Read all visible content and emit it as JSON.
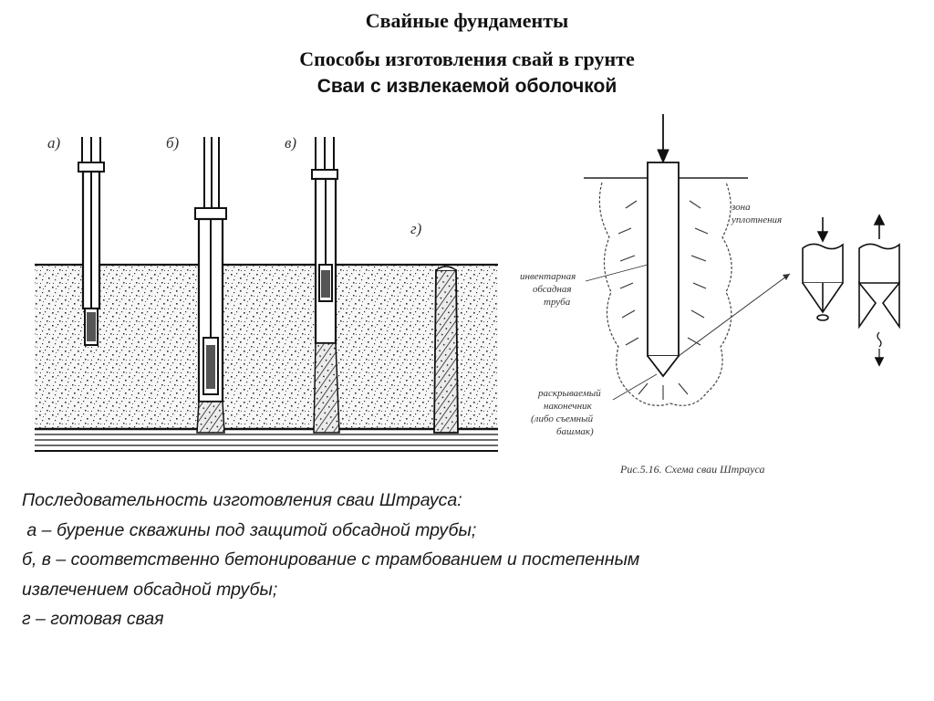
{
  "header": {
    "title": "Свайные фундаменты",
    "subtitle": "Способы изготовления свай в грунте",
    "section": "Сваи с извлекаемой оболочкой"
  },
  "left_figure": {
    "stage_labels": [
      "а)",
      "б)",
      "в)",
      "г)"
    ]
  },
  "right_figure": {
    "label_compaction_zone": [
      "зона",
      "уплотнения"
    ],
    "label_casing_pipe": [
      "инвентарная",
      "обсадная",
      "труба"
    ],
    "label_tip": [
      "раскрываемый",
      "наконечник",
      "(либо съемный",
      "башмак)"
    ],
    "figure_caption": "Рис.5.16. Схема сваи Штрауса"
  },
  "caption": {
    "lines": [
      "Последовательность изготовления сваи Штрауса:",
      " а – бурение скважины под защитой обсадной трубы;",
      "б, в – соответственно бетонирование с трамбованием и постепенным",
      "извлечением обсадной трубы;",
      "г – готовая свая"
    ]
  },
  "colors": {
    "ink": "#1a1a1a",
    "soil_dots": "#2a2a2a",
    "background": "#ffffff"
  }
}
